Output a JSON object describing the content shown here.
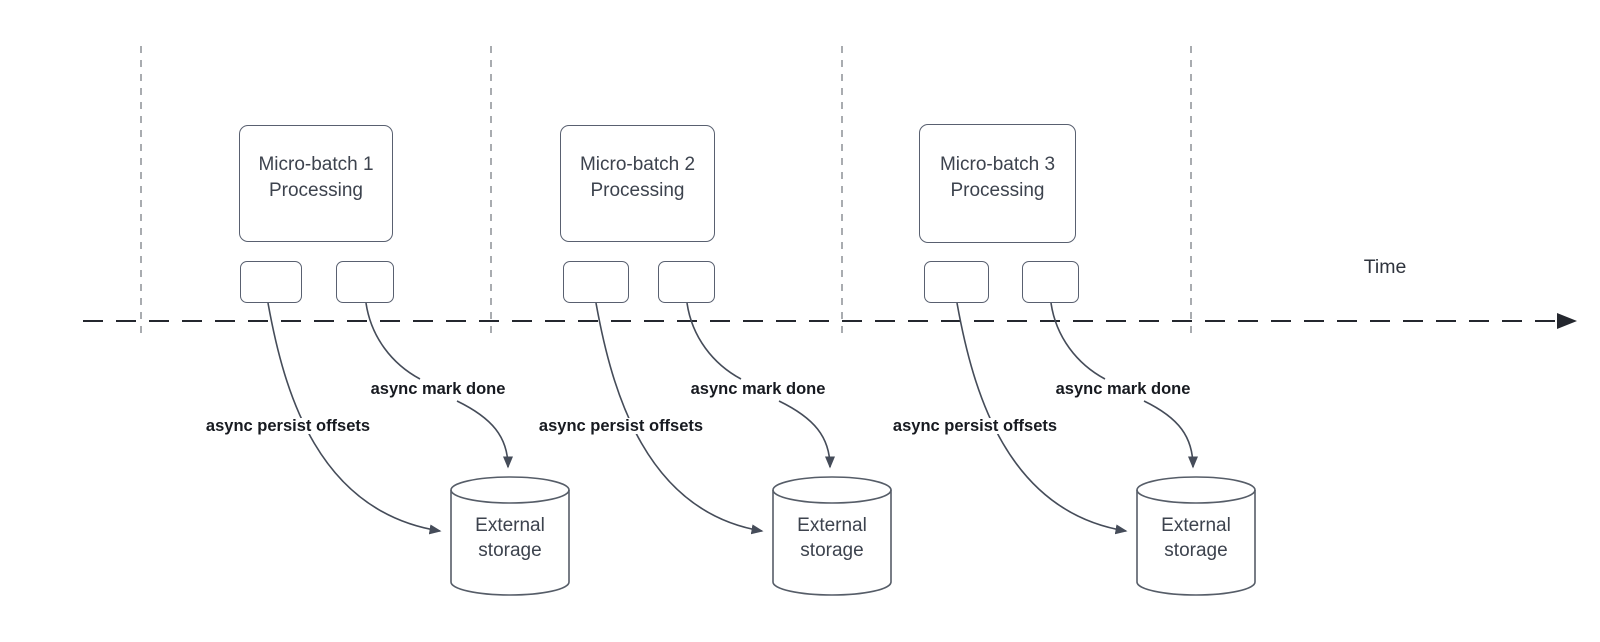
{
  "diagram": {
    "time_label": "Time",
    "batches": [
      {
        "box_label": "Micro-batch 1\nProcessing",
        "persist_label": "async persist offsets",
        "mark_done_label": "async mark done",
        "storage_label": "External\nstorage"
      },
      {
        "box_label": "Micro-batch 2\nProcessing",
        "persist_label": "async persist offsets",
        "mark_done_label": "async mark done",
        "storage_label": "External\nstorage"
      },
      {
        "box_label": "Micro-batch 3\nProcessing",
        "persist_label": "async persist offsets",
        "mark_done_label": "async mark done",
        "storage_label": "External\nstorage"
      }
    ],
    "colors": {
      "background": "#ffffff",
      "node_border": "#596070",
      "node_text": "#3d434e",
      "bold_label_text": "#171a20",
      "arrow_stroke": "#454c59",
      "timeline_stroke": "#24272e",
      "gridline_stroke": "#a9acb0"
    }
  }
}
